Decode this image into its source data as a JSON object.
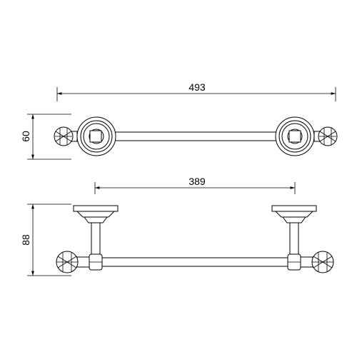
{
  "dimensions": {
    "overall_width": "493",
    "projection_width": "389",
    "top_view_depth": "60",
    "front_view_height": "88"
  }
}
